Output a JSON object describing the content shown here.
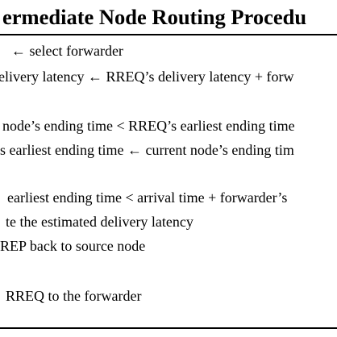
{
  "algorithm": {
    "title": "ermediate Node Routing Procedu",
    "lines": [
      "← select forwarder",
      "elivery latency ← RREQ’s delivery latency + forw",
      "node’s ending time < RREQ’s earliest ending time",
      "s earliest ending time ← current node’s ending tim",
      "earliest ending time  < arrival time + forwarder’s",
      "te the estimated delivery latency",
      "REP back to source node",
      "RREQ to the forwarder"
    ]
  }
}
